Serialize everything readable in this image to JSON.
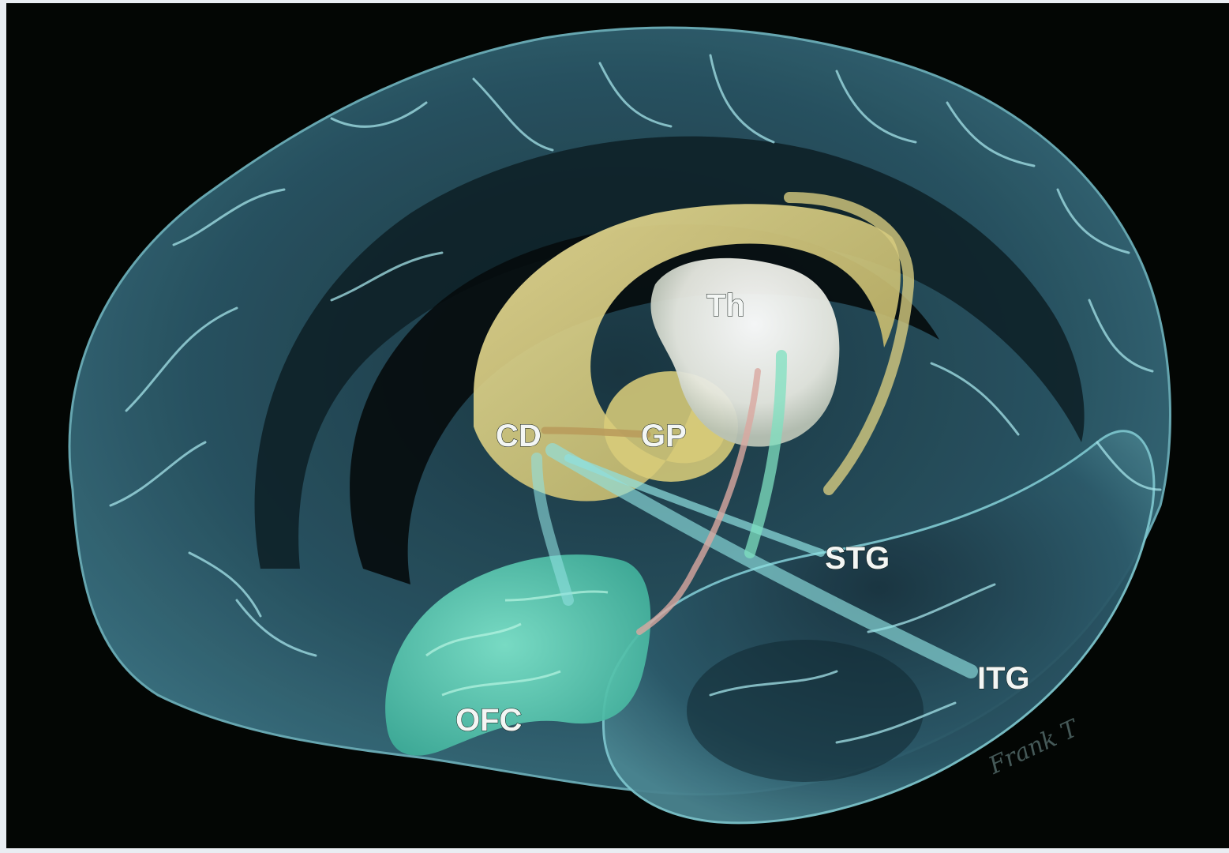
{
  "diagram": {
    "colors": {
      "page_background": "#e9edf2",
      "image_background": "#030604",
      "cortex": "#2f5f72",
      "cortex_highlight": "#8fd6de",
      "orbitofrontal_cortex": "#5fd3b8",
      "striatum": "#d9cf86",
      "thalamus": "#f4f4ee",
      "pathway_cyan": "#8fe0e0",
      "pathway_pink": "#d9a8a0"
    },
    "labels": {
      "th": "Th",
      "cd": "CD",
      "gp": "GP",
      "stg": "STG",
      "itg": "ITG",
      "ofc": "OFC"
    },
    "signature": "Frank T"
  }
}
